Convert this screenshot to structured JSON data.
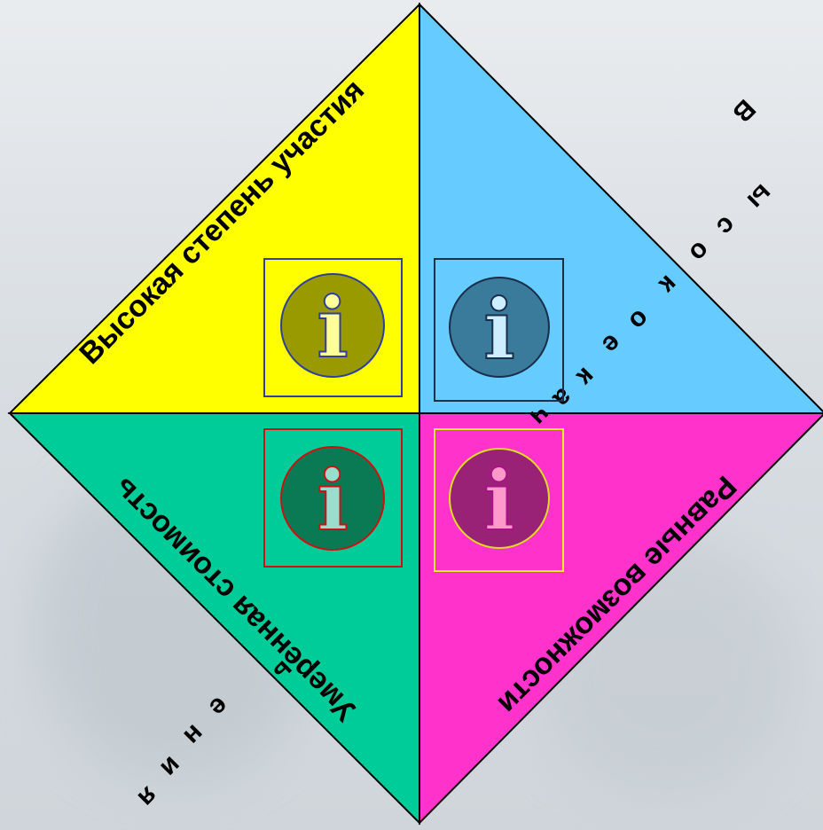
{
  "quadrants": {
    "top_left": {
      "label": "Высокая степень участия",
      "fill": "#ffff00",
      "info_box_border": "#2e3f9e",
      "info_circle": "#999900",
      "info_glyph": "#ffff99",
      "icon": "info-icon"
    },
    "top_right": {
      "label_letters": [
        "В",
        "ы",
        "с",
        "о",
        "к",
        "о",
        "е",
        "к",
        "а",
        "ч"
      ],
      "fill": "#66ccff",
      "info_box_border": "#1a2d4a",
      "info_circle": "#3a7a9a",
      "info_glyph": "#cceeff",
      "icon": "info-icon"
    },
    "bottom_left": {
      "label": "Умеренная стоимость",
      "label_letters": [
        "ь",
        "е",
        "н",
        "и",
        "я"
      ],
      "fill": "#00cc99",
      "info_box_border": "#cc1111",
      "info_circle": "#0a7a55",
      "info_glyph": "#99ddcc",
      "icon": "info-icon"
    },
    "bottom_right": {
      "label": "Равные возможности",
      "fill": "#ff33cc",
      "info_box_border": "#eeee22",
      "info_circle": "#992277",
      "info_glyph": "#ff99cc",
      "icon": "info-icon"
    }
  }
}
